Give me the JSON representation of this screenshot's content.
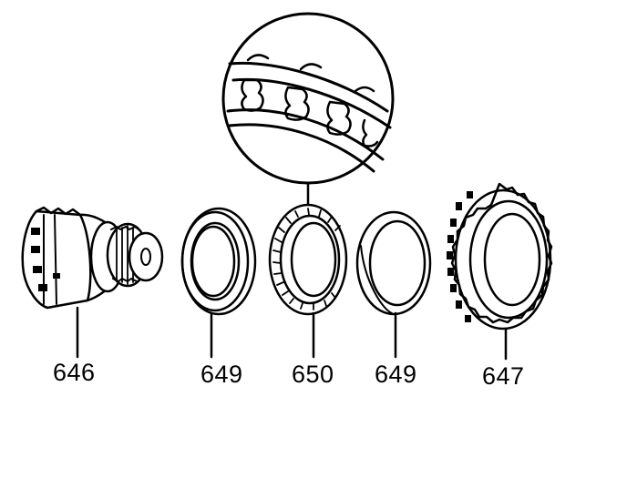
{
  "callouts": {
    "part_646": "646",
    "part_649_left": "649",
    "part_650": "650",
    "part_649_right": "649",
    "part_647": "647"
  }
}
